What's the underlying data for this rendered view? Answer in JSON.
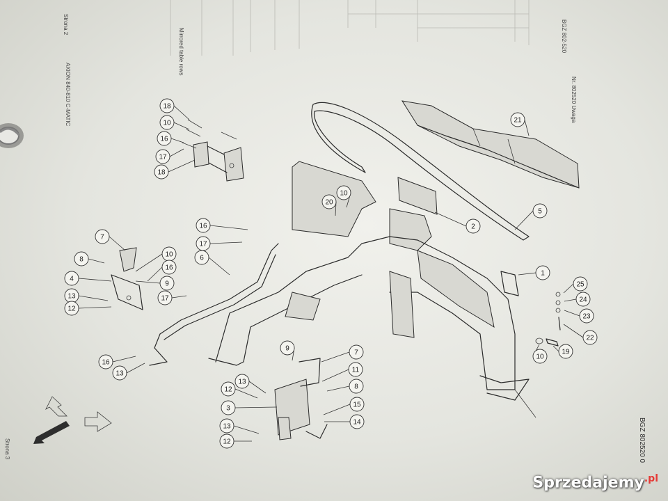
{
  "header": {
    "left_page_ref": "Strona 2",
    "model_title": "AXION 840-810 C-MATIC",
    "top_right_code": "BGZ 802-520",
    "sub_title": "Nr. 802520 Uwaga",
    "right_page_code": "BGZ 802520 0",
    "bottom_left_page": "Strona 3"
  },
  "table_texts": [
    "Mirrored table rows"
  ],
  "watermark": {
    "text": "Sprzedajemy",
    "suffix": ".pl"
  },
  "callouts": [
    {
      "id": "c18a",
      "n": "18"
    },
    {
      "id": "c10a",
      "n": "10"
    },
    {
      "id": "c16a",
      "n": "16"
    },
    {
      "id": "c17a",
      "n": "17"
    },
    {
      "id": "c18b",
      "n": "18"
    },
    {
      "id": "c21",
      "n": "21"
    },
    {
      "id": "c10b",
      "n": "10"
    },
    {
      "id": "c20",
      "n": "20"
    },
    {
      "id": "c2",
      "n": "2"
    },
    {
      "id": "c5",
      "n": "5"
    },
    {
      "id": "c16b",
      "n": "16"
    },
    {
      "id": "c17b",
      "n": "17"
    },
    {
      "id": "c6",
      "n": "6"
    },
    {
      "id": "c1",
      "n": "1"
    },
    {
      "id": "c7a",
      "n": "7"
    },
    {
      "id": "c8a",
      "n": "8"
    },
    {
      "id": "c10c",
      "n": "10"
    },
    {
      "id": "c4",
      "n": "4"
    },
    {
      "id": "c16c",
      "n": "16"
    },
    {
      "id": "c9a",
      "n": "9"
    },
    {
      "id": "c17c",
      "n": "17"
    },
    {
      "id": "c13a",
      "n": "13"
    },
    {
      "id": "c12a",
      "n": "12"
    },
    {
      "id": "c25",
      "n": "25"
    },
    {
      "id": "c24",
      "n": "24"
    },
    {
      "id": "c23",
      "n": "23"
    },
    {
      "id": "c22",
      "n": "22"
    },
    {
      "id": "c10d",
      "n": "10"
    },
    {
      "id": "c19",
      "n": "19"
    },
    {
      "id": "c16d",
      "n": "16"
    },
    {
      "id": "c13b",
      "n": "13"
    },
    {
      "id": "c9b",
      "n": "9"
    },
    {
      "id": "c7b",
      "n": "7"
    },
    {
      "id": "c11",
      "n": "11"
    },
    {
      "id": "c8b",
      "n": "8"
    },
    {
      "id": "c13c",
      "n": "13"
    },
    {
      "id": "c12b",
      "n": "12"
    },
    {
      "id": "c3",
      "n": "3"
    },
    {
      "id": "c15",
      "n": "15"
    },
    {
      "id": "c14",
      "n": "14"
    },
    {
      "id": "c13d",
      "n": "13"
    },
    {
      "id": "c12c",
      "n": "12"
    }
  ]
}
